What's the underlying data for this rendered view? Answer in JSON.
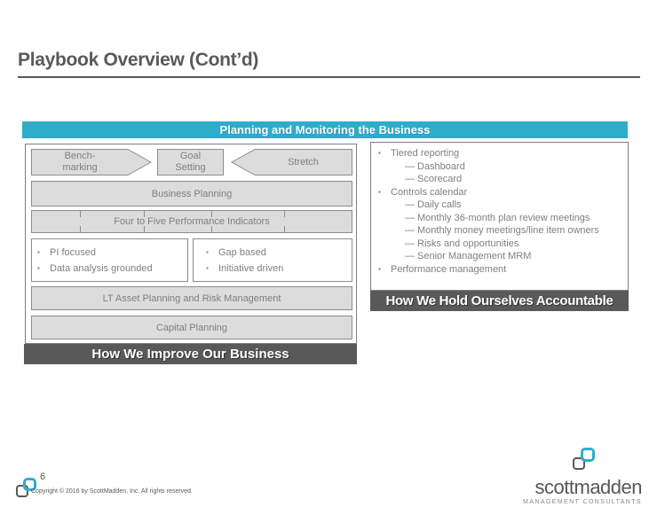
{
  "slide": {
    "title": "Playbook Overview (Cont’d)",
    "page_number": "6",
    "copyright": "Copyright © 2016 by ScottMadden, Inc. All rights reserved."
  },
  "header_bar": {
    "label": "Planning and Monitoring the Business"
  },
  "improve": {
    "benchmarking_label": "Bench-\nmarking",
    "goal_setting_label": "Goal\nSetting",
    "stretch_label": "Stretch",
    "business_planning_label": "Business Planning",
    "indicators_label": "Four to Five Performance Indicators",
    "pi_box_items": [
      {
        "level": 1,
        "text": "PI focused"
      },
      {
        "level": 1,
        "text": "Data analysis grounded"
      }
    ],
    "gap_box_items": [
      {
        "level": 1,
        "text": "Gap based"
      },
      {
        "level": 1,
        "text": "Initiative driven"
      }
    ],
    "lt_asset_label": "LT Asset Planning and Risk Management",
    "capital_label": "Capital Planning",
    "footer_label": "How We Improve Our Business"
  },
  "accountable": {
    "items": [
      {
        "level": 1,
        "text": "Tiered reporting"
      },
      {
        "level": 2,
        "text": "Dashboard"
      },
      {
        "level": 2,
        "text": "Scorecard"
      },
      {
        "level": 1,
        "text": "Controls calendar"
      },
      {
        "level": 2,
        "text": "Daily calls"
      },
      {
        "level": 2,
        "text": "Monthly 36-month plan review meetings"
      },
      {
        "level": 2,
        "text": "Monthly money meetings/line item owners"
      },
      {
        "level": 2,
        "text": "Risks and opportunities"
      },
      {
        "level": 2,
        "text": "Senior Management MRM"
      }
    ],
    "items_after": [
      {
        "level": 1,
        "text": "Performance management"
      }
    ],
    "footer_label": "How We Hold Ourselves Accountable"
  },
  "brand": {
    "wordmark": "scottmadden",
    "tagline": "MANAGEMENT CONSULTANTS"
  },
  "colors": {
    "teal": "#2EADCB",
    "dark_bar": "#595959",
    "box_fill": "#DCDCDC",
    "box_border": "#8C8C8C",
    "text_gray": "#7F7F7F"
  }
}
